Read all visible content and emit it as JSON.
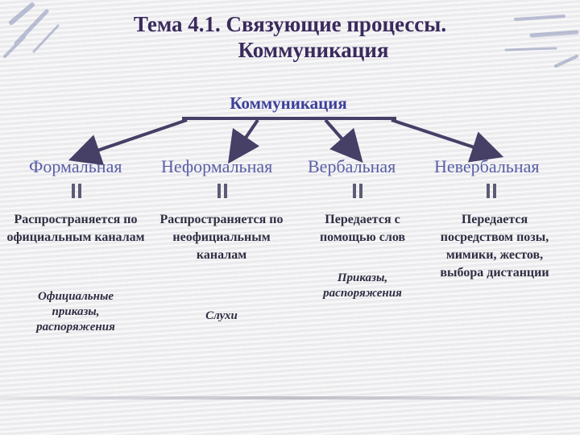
{
  "title": {
    "line1": "Тема 4.1. Связующие процессы.",
    "line2": "Коммуникация"
  },
  "root_label": "Коммуникация",
  "categories": [
    {
      "name": "Формальная",
      "description": "Распространяется по официальным каналам",
      "example": "Официальные приказы, распоряжения"
    },
    {
      "name": "Неформальная",
      "description": "Распространяется по неофициальным каналам",
      "example": "Слухи"
    },
    {
      "name": "Вербальная",
      "description": "Передается с помощью слов",
      "example": "Приказы, распоряжения"
    },
    {
      "name": "Невербальная",
      "description": "Передается посредством позы, мимики, жестов, выбора дистанции",
      "example": ""
    }
  ],
  "colors": {
    "title": "#3a2a5c",
    "root": "#3d3f9a",
    "category": "#5a5fa6",
    "text": "#2e2e42",
    "arrow": "#463f66"
  }
}
